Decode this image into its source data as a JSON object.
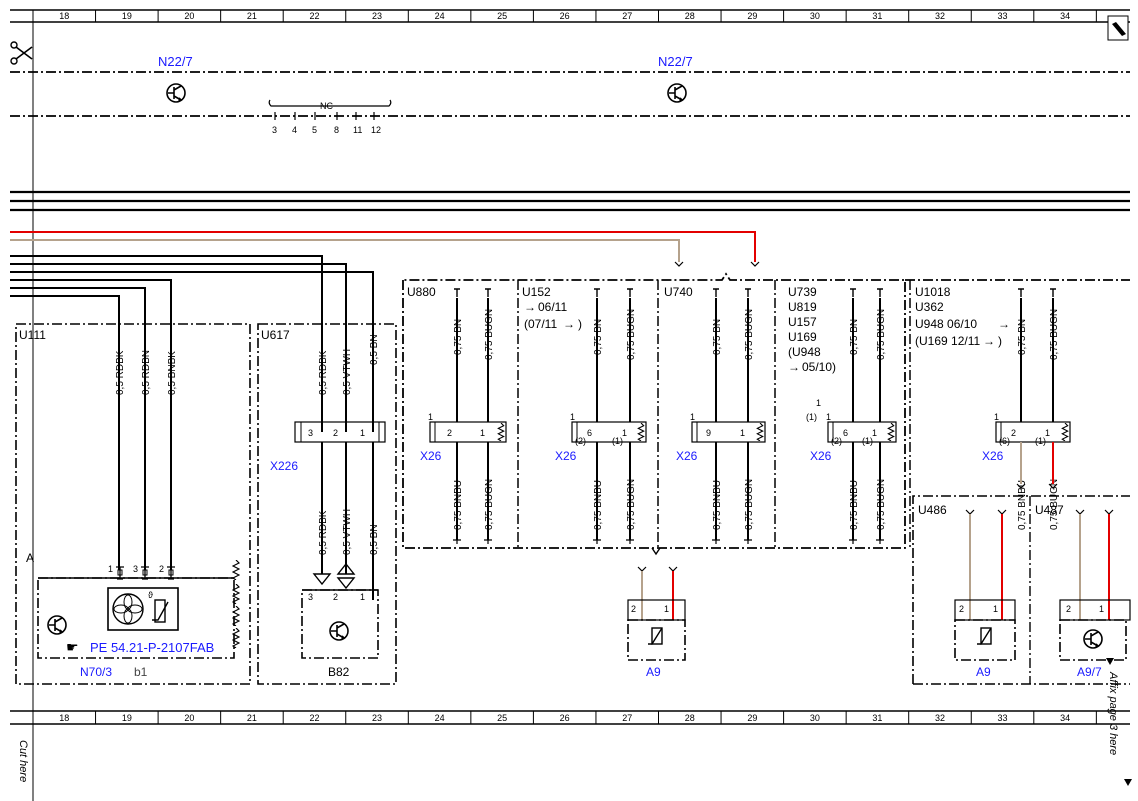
{
  "ruler_numbers": [
    "18",
    "19",
    "20",
    "21",
    "22",
    "23",
    "24",
    "25",
    "26",
    "27",
    "28",
    "29",
    "30",
    "31",
    "32",
    "33",
    "34"
  ],
  "top_modules": [
    {
      "name": "N22/7"
    },
    {
      "name": "N22/7"
    }
  ],
  "nc_bracket": {
    "label": "NC",
    "pins": [
      "3",
      "4",
      "5",
      "8",
      "11",
      "12"
    ]
  },
  "bracket_labels": [
    "A"
  ],
  "groups": {
    "u111": {
      "title": "U111",
      "wires": [
        "0,5 RDBK",
        "0,5 RDBN",
        "0,5 BNBK"
      ],
      "pins": [
        "1",
        "3",
        "2"
      ],
      "component": "N70/3",
      "suffix": "b1",
      "ref": "PE 54.21-P-2107FAB",
      "sensor_symbol": "ϑ"
    },
    "u617": {
      "title": "U617",
      "wires": [
        "0,5 RDBK",
        "0,5 VTWH",
        "0,5 BN"
      ],
      "pins": [
        "3",
        "2",
        "1"
      ],
      "connector": "X226",
      "component": "B82"
    },
    "u880": {
      "title": "U880"
    },
    "u152": {
      "title": "U152",
      "notes": [
        "06/11",
        "(07/11",
        ")"
      ]
    },
    "u740": {
      "title": "U740"
    },
    "u739": {
      "title_lines": [
        "U739",
        "U819",
        "U157",
        "U169",
        "(U948",
        "05/10)"
      ]
    },
    "u1018": {
      "title_lines": [
        "U1018",
        "U362",
        "U948  06/10",
        "(U169 12/11",
        ")"
      ]
    },
    "u486": {
      "title": "U486",
      "component": "A9"
    },
    "u487": {
      "title": "U487",
      "component": "A9/7"
    }
  },
  "x26": {
    "label": "X26",
    "wire_top": [
      "0,75 BN",
      "0,75 BUGN"
    ],
    "wire_bottom": [
      "0,75 BNBU",
      "0,75 BUGN"
    ],
    "pin_labels": [
      "1",
      "2",
      "6",
      "9",
      "(2)",
      "(1)",
      "(6)"
    ]
  },
  "center_component": {
    "name": "A9",
    "pins": [
      "2",
      "1"
    ]
  },
  "footer": {
    "cut_here": "Cut here",
    "affix_text": "Affix page 3 here"
  }
}
